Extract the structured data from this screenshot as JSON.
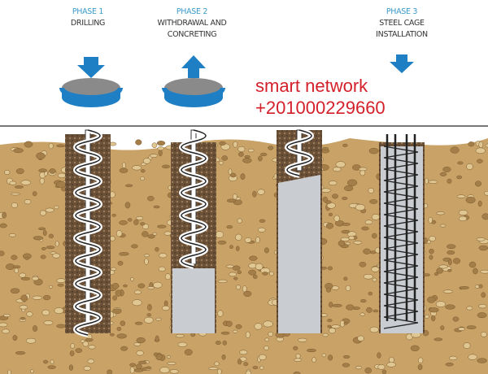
{
  "phases": [
    {
      "title": "PHASE 1",
      "line1": "DRILLING",
      "line2": ""
    },
    {
      "title": "PHASE 2",
      "line1": "WITHDRAWAL AND",
      "line2": "CONCRETING"
    },
    {
      "title": "PHASE 3",
      "line1": "STEEL CAGE",
      "line2": "INSTALLATION"
    }
  ],
  "watermark": {
    "name": "smart network",
    "phone": "+201000229660"
  },
  "colors": {
    "soil": "#c8a266",
    "hole": "#5a4430",
    "concrete": "#c9ccd0",
    "arrow": "#1f7fc4",
    "watermark": "#d4202a"
  }
}
